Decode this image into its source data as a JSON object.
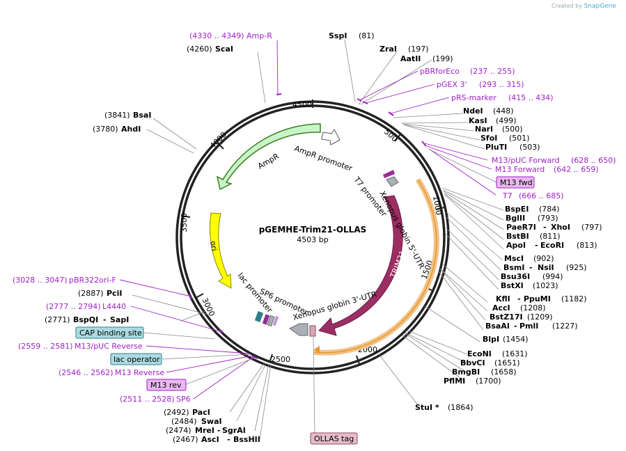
{
  "brand": {
    "created_by": "Created by",
    "app": "SnapGene"
  },
  "map": {
    "name": "pGEMHE-Trim21-OLLAS",
    "size": "4503 bp"
  },
  "ticks": [
    "500",
    "1000",
    "1500",
    "2000",
    "2500",
    "3000",
    "3500",
    "4000",
    "4500"
  ],
  "features": {
    "trim21": "TRIM21",
    "ampr": "AmpR",
    "ampr_promoter": "AmpR promoter",
    "t7_promoter": "T7 promoter",
    "xen5": "Xenopus globin 5'-UTR",
    "xen3": "Xenopus globin 3'-UTR",
    "ori": "ori",
    "lac_promoter": "lac promoter",
    "sp6_promoter": "SP6 promoter"
  },
  "boxes": {
    "m13fwd": "M13 fwd",
    "cap": "CAP binding site",
    "lac_operator": "lac operator",
    "m13rev": "M13 rev",
    "ollas": "OLLAS tag"
  },
  "labels": [
    {
      "k": "p1",
      "range": "(4330 .. 4349)",
      "name": "Amp-R",
      "kind": "primer"
    },
    {
      "k": "e1",
      "pos": "(4260)",
      "name": "ScaI",
      "kind": "enz"
    },
    {
      "k": "e2",
      "name": "SspI",
      "pos": "(81)",
      "kind": "enz"
    },
    {
      "k": "e3",
      "name": "ZraI",
      "pos": "(197)",
      "kind": "enz"
    },
    {
      "k": "e4",
      "name": "AatII",
      "pos": "(199)",
      "kind": "enz"
    },
    {
      "k": "p2",
      "name": "pBRforEco",
      "range": "(237 .. 255)",
      "kind": "primer"
    },
    {
      "k": "p3",
      "name": "pGEX 3'",
      "range": "(293 .. 315)",
      "kind": "primer"
    },
    {
      "k": "p4",
      "name": "pRS-marker",
      "range": "(415 .. 434)",
      "kind": "primer"
    },
    {
      "k": "e5",
      "name": "NdeI",
      "pos": "(448)",
      "kind": "enz"
    },
    {
      "k": "e6",
      "name": "KasI",
      "pos": "(499)",
      "kind": "enz"
    },
    {
      "k": "e7",
      "name": "NarI",
      "pos": "(500)",
      "kind": "enz"
    },
    {
      "k": "e8",
      "name": "SfoI",
      "pos": "(501)",
      "kind": "enz"
    },
    {
      "k": "e9",
      "name": "PluTI",
      "pos": "(503)",
      "kind": "enz"
    },
    {
      "k": "p5",
      "name": "M13/pUC Forward",
      "range": "(628 .. 650)",
      "kind": "primer"
    },
    {
      "k": "p6",
      "name": "M13 Forward",
      "range": "(642 .. 659)",
      "kind": "primer"
    },
    {
      "k": "p7",
      "name": "T7",
      "range": "(666 .. 685)",
      "kind": "primer"
    },
    {
      "k": "e10",
      "name": "BspEI",
      "pos": "(784)",
      "kind": "enz"
    },
    {
      "k": "e11",
      "name": "BglII",
      "pos": "(793)",
      "kind": "enz"
    },
    {
      "k": "e12",
      "name": "PaeR7I",
      "name2": "XhoI",
      "pos": "(797)",
      "kind": "enz"
    },
    {
      "k": "e13",
      "name": "BstBI",
      "pos": "(811)",
      "kind": "enz"
    },
    {
      "k": "e14",
      "name": "ApoI",
      "name2": "EcoRI",
      "pos": "(813)",
      "kind": "enz"
    },
    {
      "k": "e15",
      "name": "MscI",
      "pos": "(902)",
      "kind": "enz"
    },
    {
      "k": "e16",
      "name": "BsmI",
      "name2": "NsiI",
      "pos": "(925)",
      "kind": "enz"
    },
    {
      "k": "e17",
      "name": "Bsu36I",
      "pos": "(994)",
      "kind": "enz"
    },
    {
      "k": "e18",
      "name": "BstXI",
      "pos": "(1023)",
      "kind": "enz"
    },
    {
      "k": "e19",
      "name": "KflI",
      "name2": "PpuMI",
      "pos": "(1182)",
      "kind": "enz"
    },
    {
      "k": "e20",
      "name": "AccI",
      "pos": "(1208)",
      "kind": "enz"
    },
    {
      "k": "e21",
      "name": "BstZ17I",
      "pos": "(1209)",
      "kind": "enz"
    },
    {
      "k": "e22",
      "name": "BsaAI",
      "name2": "PmlI",
      "pos": "(1227)",
      "kind": "enz"
    },
    {
      "k": "e23",
      "name": "BlpI",
      "pos": "(1454)",
      "kind": "enz"
    },
    {
      "k": "e24",
      "name": "EcoNI",
      "pos": "(1631)",
      "kind": "enz"
    },
    {
      "k": "e25",
      "name": "BbvCI",
      "pos": "(1651)",
      "kind": "enz"
    },
    {
      "k": "e26",
      "name": "BmgBI",
      "pos": "(1658)",
      "kind": "enz"
    },
    {
      "k": "e27",
      "name": "PflMI",
      "pos": "(1700)",
      "kind": "enz"
    },
    {
      "k": "e28",
      "name": "StuI *",
      "pos": "(1864)",
      "kind": "enz"
    },
    {
      "k": "e29",
      "pos": "(2467)",
      "name": "AscI",
      "name2": "BssHII",
      "kind": "enz"
    },
    {
      "k": "e30",
      "pos": "(2474)",
      "name": "MreI",
      "name2": "SgrAI",
      "kind": "enz"
    },
    {
      "k": "e31",
      "pos": "(2484)",
      "name": "SwaI",
      "kind": "enz"
    },
    {
      "k": "e32",
      "pos": "(2492)",
      "name": "PacI",
      "kind": "enz"
    },
    {
      "k": "p8",
      "range": "(2511 .. 2528)",
      "name": "SP6",
      "kind": "primer"
    },
    {
      "k": "p9",
      "range": "(2546 .. 2562)",
      "name": "M13 Reverse",
      "kind": "primer"
    },
    {
      "k": "p10",
      "range": "(2559 .. 2581)",
      "name": "M13/pUC Reverse",
      "kind": "primer"
    },
    {
      "k": "e33",
      "pos": "(2771)",
      "name": "BspQI",
      "name2": "SapI",
      "kind": "enz"
    },
    {
      "k": "p11",
      "range": "(2777 .. 2794)",
      "name": "L4440",
      "kind": "primer"
    },
    {
      "k": "e34",
      "pos": "(2887)",
      "name": "PciI",
      "kind": "enz"
    },
    {
      "k": "p12",
      "range": "(3028 .. 3047)",
      "name": "pBR322ori-F",
      "kind": "primer"
    },
    {
      "k": "e35",
      "pos": "(3780)",
      "name": "AhdI",
      "kind": "enz"
    },
    {
      "k": "e36",
      "pos": "(3841)",
      "name": "BsaI",
      "kind": "enz"
    }
  ]
}
